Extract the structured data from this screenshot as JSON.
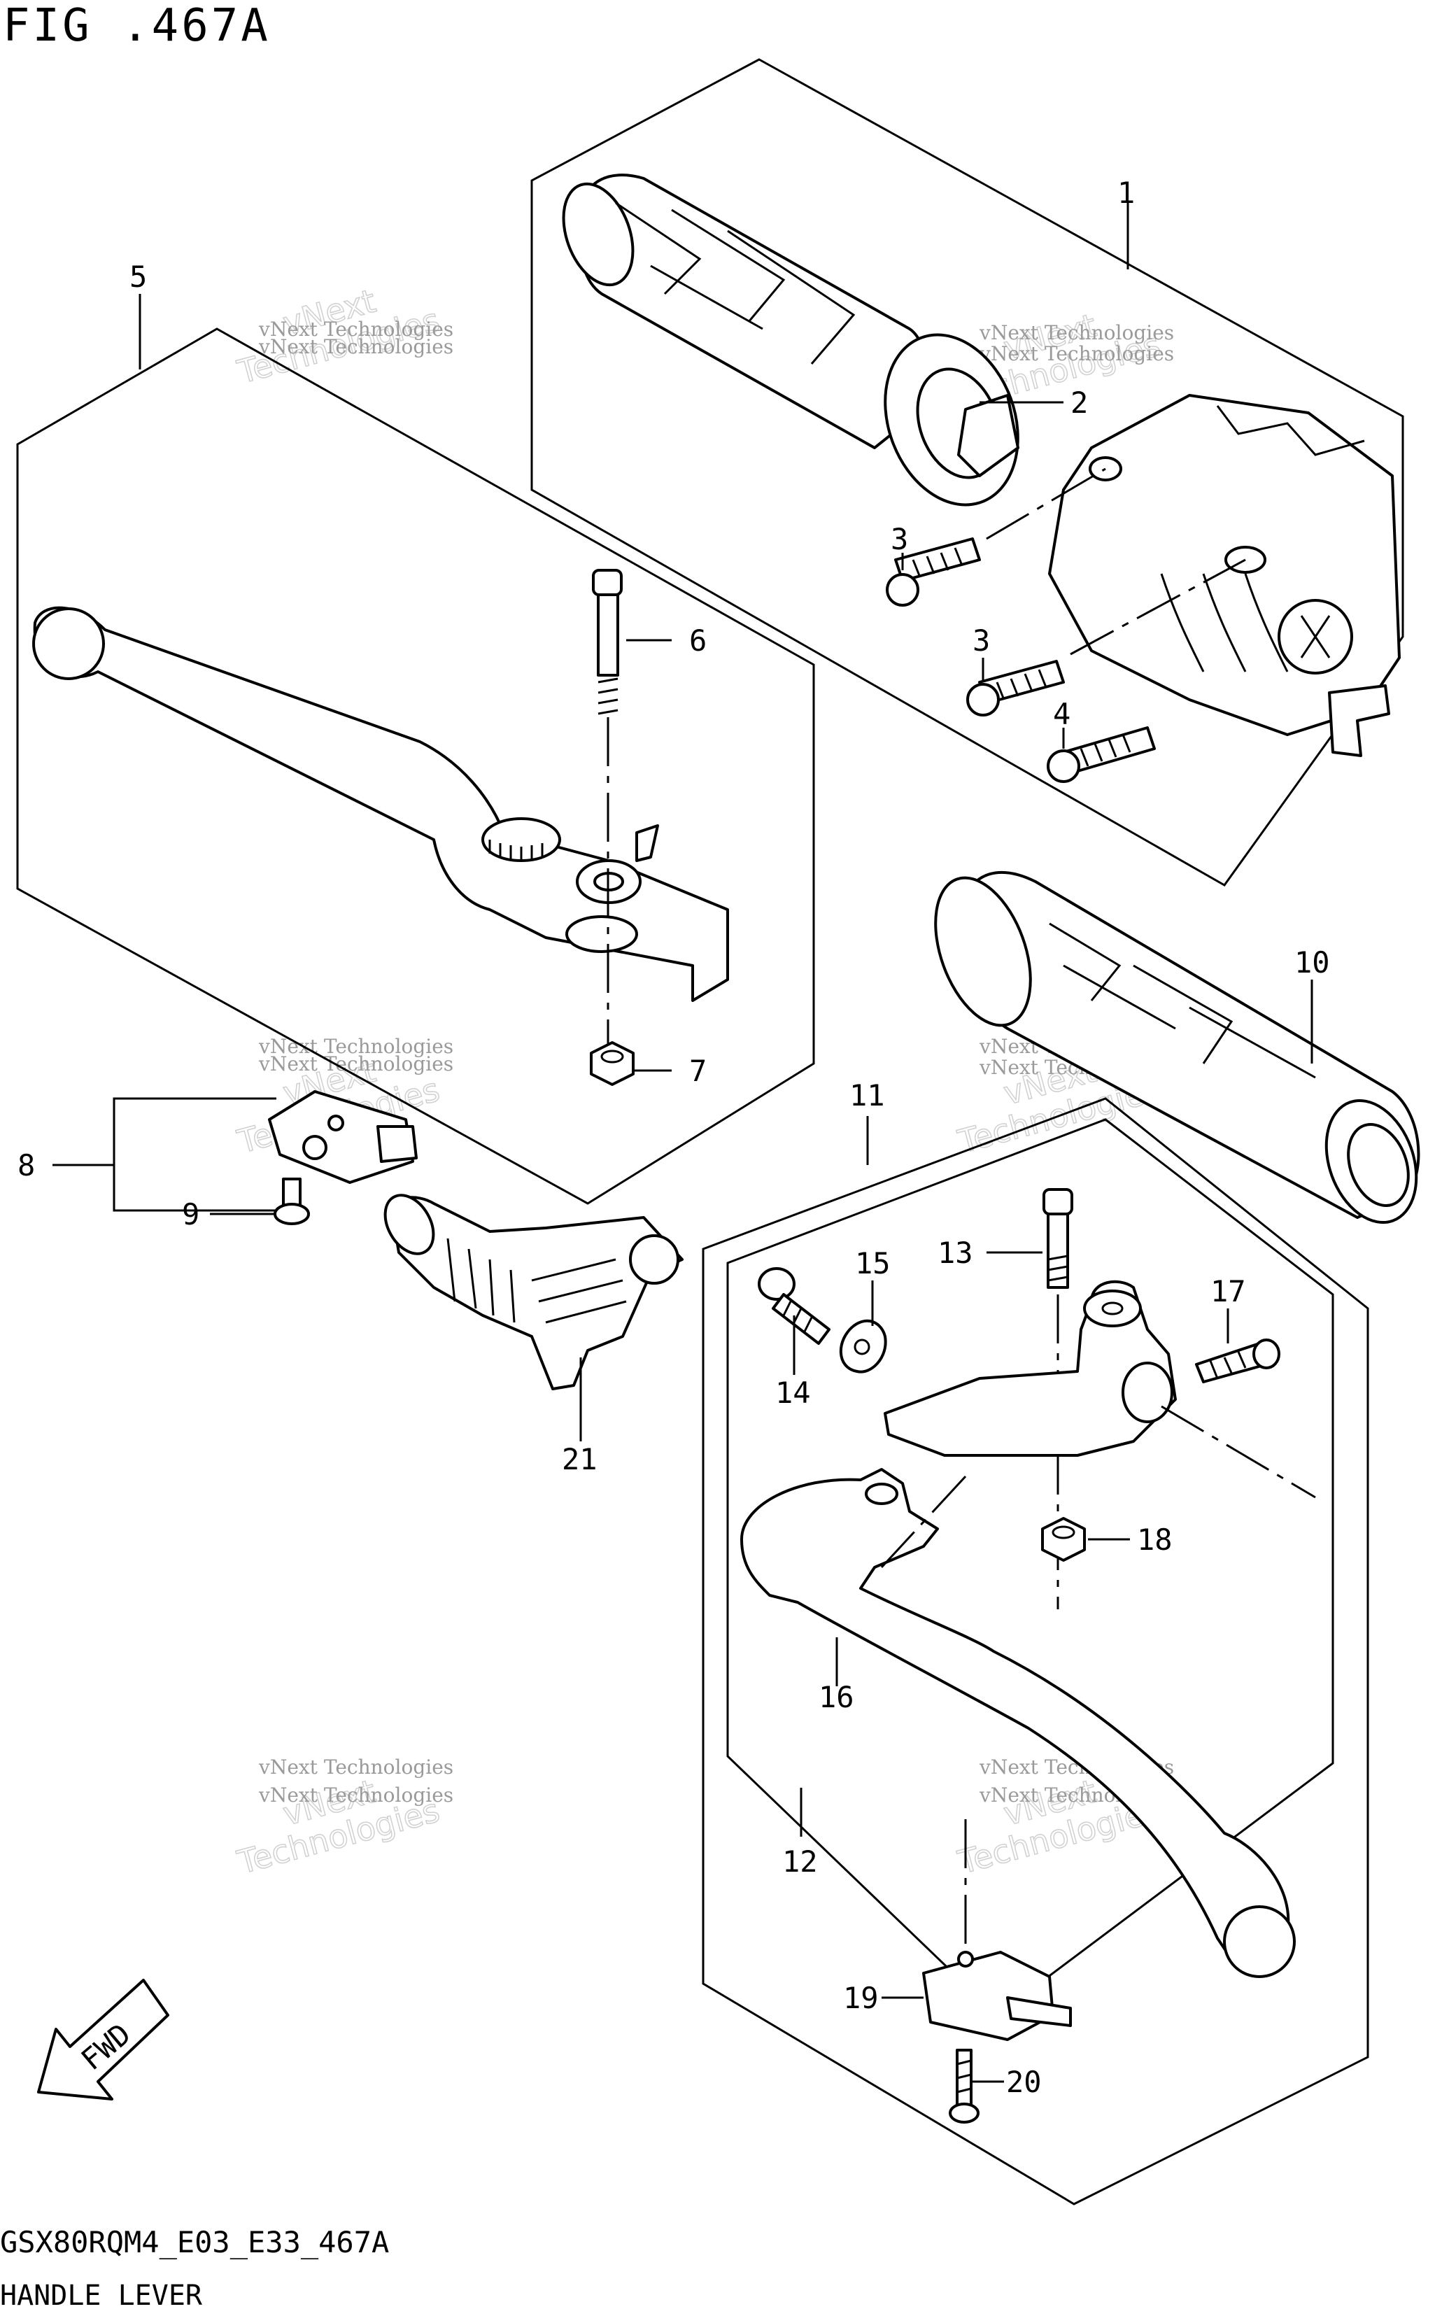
{
  "figure": {
    "title": "FIG .467A",
    "model_code": "GSX80RQM4_E03_E33_467A",
    "section_name": "HANDLE LEVER",
    "fwd_label": "FWD"
  },
  "watermark": {
    "line1": "vNext Technologies",
    "line2": "vNext",
    "line3": "Technologies"
  },
  "callouts": [
    {
      "id": "1",
      "label": "1"
    },
    {
      "id": "2",
      "label": "2"
    },
    {
      "id": "3a",
      "label": "3"
    },
    {
      "id": "3b",
      "label": "3"
    },
    {
      "id": "4",
      "label": "4"
    },
    {
      "id": "5",
      "label": "5"
    },
    {
      "id": "6",
      "label": "6"
    },
    {
      "id": "7",
      "label": "7"
    },
    {
      "id": "8",
      "label": "8"
    },
    {
      "id": "9",
      "label": "9"
    },
    {
      "id": "10",
      "label": "10"
    },
    {
      "id": "11",
      "label": "11"
    },
    {
      "id": "12",
      "label": "12"
    },
    {
      "id": "13",
      "label": "13"
    },
    {
      "id": "14",
      "label": "14"
    },
    {
      "id": "15",
      "label": "15"
    },
    {
      "id": "16",
      "label": "16"
    },
    {
      "id": "17",
      "label": "17"
    },
    {
      "id": "18",
      "label": "18"
    },
    {
      "id": "19",
      "label": "19"
    },
    {
      "id": "20",
      "label": "20"
    },
    {
      "id": "21",
      "label": "21"
    }
  ]
}
